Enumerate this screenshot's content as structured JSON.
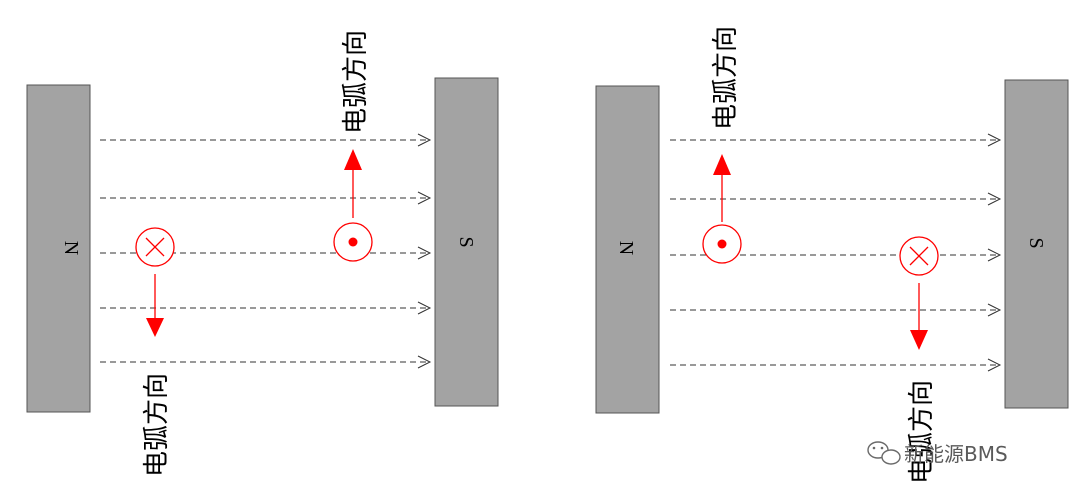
{
  "diagrams": [
    {
      "north_label": "N",
      "south_label": "S",
      "arc_label_top": "电弧方向",
      "arc_label_bottom": "电弧方向"
    },
    {
      "north_label": "N",
      "south_label": "S",
      "arc_label_top": "电弧方向",
      "arc_label_bottom": "电弧方向"
    }
  ],
  "watermark": "新能源BMS",
  "colors": {
    "magnet": "#a3a3a3",
    "arc": "#ff0000",
    "field_line": "#333333"
  },
  "icons": [
    "current-into-page-icon",
    "current-out-of-page-icon",
    "wechat-icon"
  ]
}
